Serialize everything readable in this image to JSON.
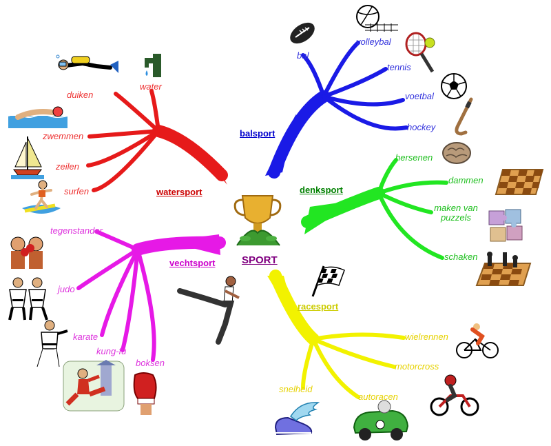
{
  "center": {
    "label": "SPORT",
    "color": "#800080",
    "icon": "trophy-icon"
  },
  "branches": [
    {
      "id": "balsport",
      "label": "balsport",
      "color": "#1a1ae6",
      "label_color": "#0000cc",
      "items": [
        {
          "label": "bal",
          "icon": "football-icon"
        },
        {
          "label": "volleybal",
          "icon": "volleyball-icon"
        },
        {
          "label": "tennis",
          "icon": "tennis-racket-icon"
        },
        {
          "label": "voetbal",
          "icon": "soccer-ball-icon"
        },
        {
          "label": "hockey",
          "icon": "hockey-stick-icon"
        }
      ]
    },
    {
      "id": "denksport",
      "label": "denksport",
      "color": "#22e622",
      "label_color": "#008000",
      "items": [
        {
          "label": "hersenen",
          "icon": "brain-icon"
        },
        {
          "label": "dammen",
          "icon": "checkerboard-icon"
        },
        {
          "label": "maken van puzzels",
          "icon": "puzzle-icon"
        },
        {
          "label": "schaken",
          "icon": "chess-icon"
        }
      ]
    },
    {
      "id": "racesport",
      "label": "racesport",
      "color": "#f2f200",
      "label_color": "#cccc00",
      "items": [
        {
          "label": "wielrennen",
          "icon": "cyclist-icon"
        },
        {
          "label": "motorcross",
          "icon": "motocross-icon"
        },
        {
          "label": "snelheid",
          "icon": "winged-shoe-icon"
        },
        {
          "label": "autoracen",
          "icon": "race-car-icon"
        }
      ],
      "extra_icon": "checkered-flag-icon"
    },
    {
      "id": "vechtsport",
      "label": "vechtsport",
      "color": "#e619e6",
      "label_color": "#cc00cc",
      "items": [
        {
          "label": "tegenstander",
          "icon": "boxers-icon"
        },
        {
          "label": "judo",
          "icon": "judo-icon"
        },
        {
          "label": "karate",
          "icon": "karate-icon"
        },
        {
          "label": "kung-fu",
          "icon": "kung-fu-icon"
        },
        {
          "label": "boksen",
          "icon": "boxing-glove-icon"
        }
      ],
      "extra_icon": "kickboxer-icon"
    },
    {
      "id": "watersport",
      "label": "watersport",
      "color": "#e61a1a",
      "label_color": "#cc0000",
      "items": [
        {
          "label": "water",
          "icon": "water-tap-icon"
        },
        {
          "label": "duiken",
          "icon": "diver-icon"
        },
        {
          "label": "zwemmen",
          "icon": "swimmer-icon"
        },
        {
          "label": "zeilen",
          "icon": "sailboat-icon"
        },
        {
          "label": "surfen",
          "icon": "surfer-icon"
        }
      ]
    }
  ]
}
